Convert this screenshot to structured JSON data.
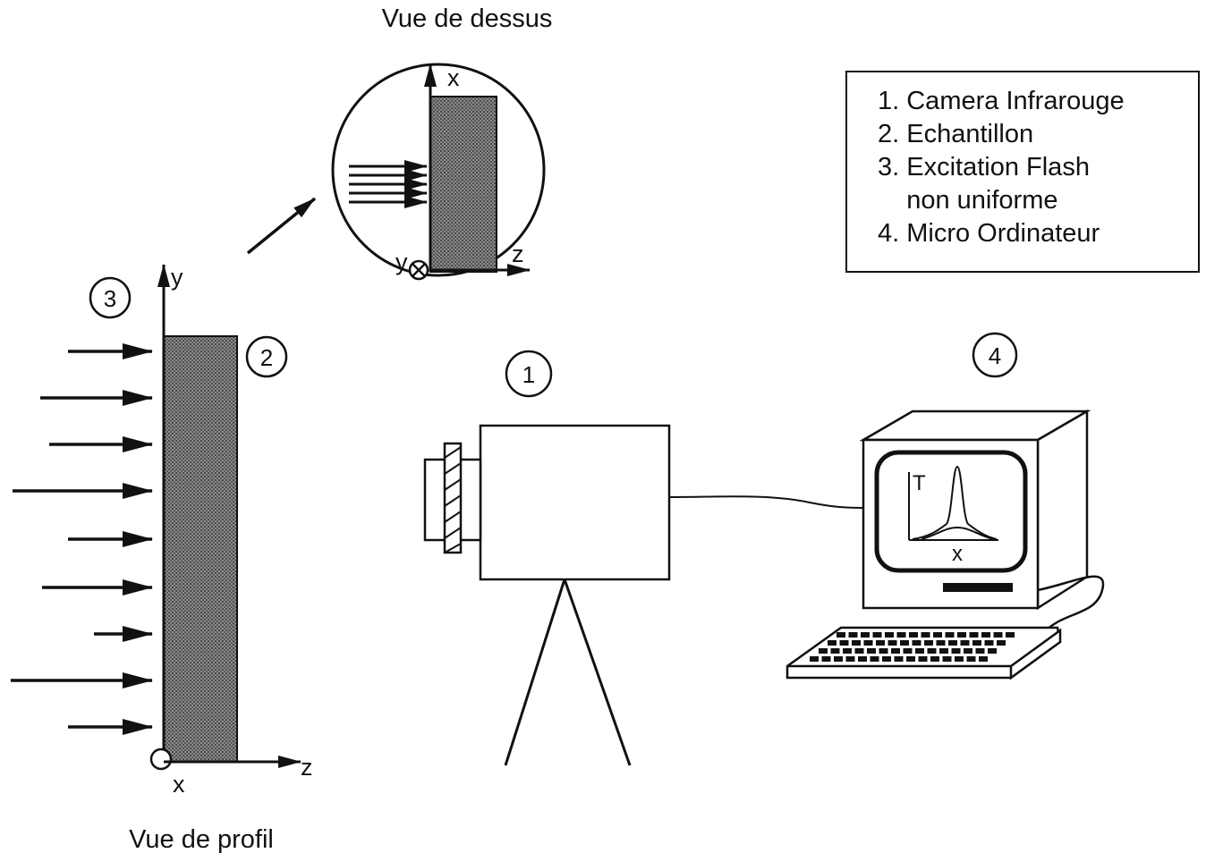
{
  "titles": {
    "top_view": "Vue de dessus",
    "side_view": "Vue de profil"
  },
  "legend": {
    "items": [
      "1. Camera Infrarouge",
      "2. Echantillon",
      "3. Excitation Flash",
      "    non uniforme",
      "4. Micro Ordinateur"
    ]
  },
  "markers": {
    "camera": "1",
    "sample": "2",
    "flash": "3",
    "computer": "4"
  },
  "axes": {
    "side_y": "y",
    "side_z": "z",
    "side_x": "x",
    "top_x": "x",
    "top_z": "z",
    "top_y": "y"
  },
  "screen": {
    "t_label": "T",
    "x_label": "x"
  }
}
